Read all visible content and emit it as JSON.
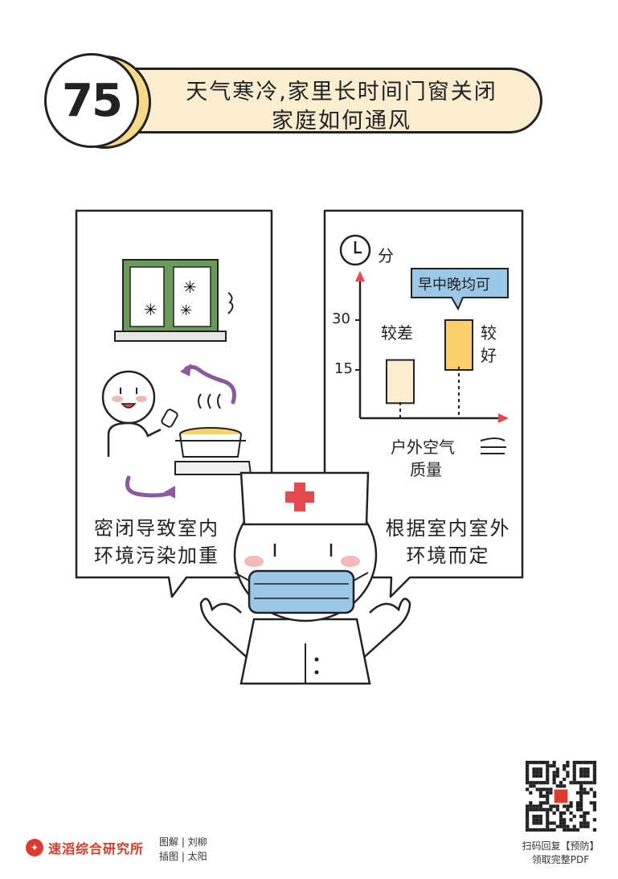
{
  "header": {
    "number": "75",
    "title_line1": "天气寒冷,家里长时间门窗关闭",
    "title_line2": "家庭如何通风"
  },
  "left_panel": {
    "caption_line1": "密闭导致室内",
    "caption_line2": "环境污染加重"
  },
  "right_panel": {
    "caption_line1": "根据室内室外",
    "caption_line2": "环境而定",
    "chart": {
      "y_unit": "分",
      "x_label_line1": "户外空气",
      "x_label_line2": "质量",
      "tick_30": "30",
      "tick_15": "15",
      "bar_poor_label": "较差",
      "bar_good_label_1": "较",
      "bar_good_label_2": "好",
      "callout": "早中晚均可"
    }
  },
  "chart_data": {
    "type": "bar",
    "categories": [
      "较差",
      "较好"
    ],
    "series": [
      {
        "values": [
          [
            5,
            18
          ],
          [
            15,
            30
          ]
        ]
      }
    ],
    "ylabel": "分",
    "xlabel": "户外空气质量",
    "yticks": [
      15,
      30
    ],
    "annotations": [
      "早中晚均可"
    ]
  },
  "footer": {
    "org_name": "速滔综合研究所",
    "credit_line1": "图解 | 刘柳",
    "credit_line2": "插图 | 太阳",
    "qr_line1": "扫码回复【预防】",
    "qr_line2": "领取完整PDF"
  },
  "colors": {
    "pill": "#fbeed0",
    "accent_yellow": "#f7d98a",
    "bar_poor": "#fbeed0",
    "bar_good": "#f9d06a",
    "cross": "#e5484d",
    "mask": "#9cc8e8",
    "window_frame": "#6c9a5a",
    "arrow": "#8b5a9b"
  }
}
